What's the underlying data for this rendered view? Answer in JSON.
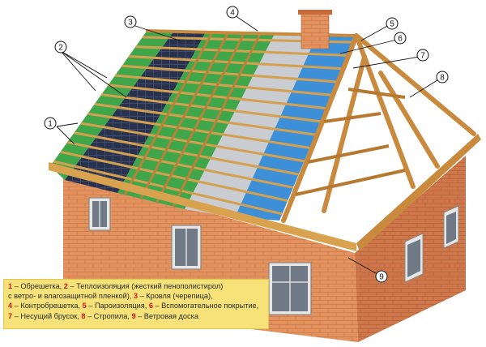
{
  "callouts": [
    {
      "id": "1",
      "label": "1"
    },
    {
      "id": "2",
      "label": "2"
    },
    {
      "id": "3",
      "label": "3"
    },
    {
      "id": "4",
      "label": "4"
    },
    {
      "id": "5",
      "label": "5"
    },
    {
      "id": "6",
      "label": "6"
    },
    {
      "id": "7",
      "label": "7"
    },
    {
      "id": "8",
      "label": "8"
    },
    {
      "id": "9",
      "label": "9"
    }
  ],
  "legend": {
    "line1": {
      "n1": "1",
      "t1": " – Обрешетка, ",
      "n2": "2",
      "t2": " – Теплоизоляция (жесткий пенополистирол)"
    },
    "line2": {
      "t1": "с ветро- и влагозащитной пленкой), ",
      "n1": "3",
      "t2": " – Кровля (черепица),"
    },
    "line3": {
      "n1": "4",
      "t1": " – Контробрешетка, ",
      "n2": "5",
      "t2": " – Пароизоляция, ",
      "n3": "6",
      "t3": " – Вспомогательное покрытие,"
    },
    "line4": {
      "n1": "7",
      "t1": " – Несущий брусок, ",
      "n2": "8",
      "t2": " – Стропила, ",
      "n3": "9",
      "t3": " – Ветровая доска"
    }
  },
  "colors": {
    "brick": "#e08a5a",
    "brick_dark": "#c86a3c",
    "tile": "#2a3550",
    "insulation": "#3fa64a",
    "vapor": "#3d8fd8",
    "aux": "#c9ccd0",
    "wood": "#c98a3e",
    "legend_bg": "#f7e27a",
    "legend_number": "#d8141b"
  }
}
